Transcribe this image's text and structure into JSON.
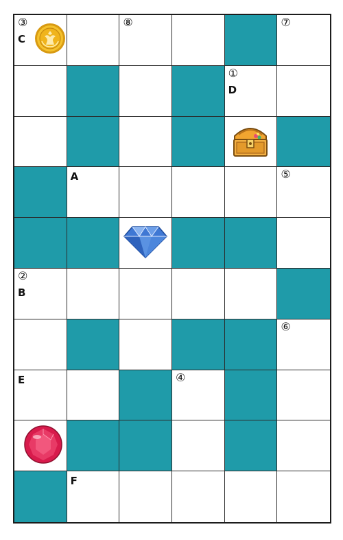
{
  "grid": {
    "rows": 10,
    "cols": 6,
    "blocked": [
      [
        0,
        4
      ],
      [
        1,
        1
      ],
      [
        1,
        3
      ],
      [
        2,
        1
      ],
      [
        2,
        3
      ],
      [
        2,
        5
      ],
      [
        3,
        0
      ],
      [
        4,
        0
      ],
      [
        4,
        1
      ],
      [
        4,
        3
      ],
      [
        4,
        4
      ],
      [
        5,
        5
      ],
      [
        6,
        1
      ],
      [
        6,
        3
      ],
      [
        6,
        4
      ],
      [
        7,
        2
      ],
      [
        7,
        4
      ],
      [
        8,
        1
      ],
      [
        8,
        2
      ],
      [
        8,
        4
      ],
      [
        9,
        0
      ]
    ]
  },
  "colors": {
    "blocked": "#1f9ba9",
    "border": "#1c1c1c"
  },
  "labels": {
    "n3": "③",
    "c": "C",
    "n8": "⑧",
    "n7": "⑦",
    "n1": "①",
    "d": "D",
    "a": "A",
    "n5": "⑤",
    "n2": "②",
    "b": "B",
    "n6": "⑥",
    "e": "E",
    "n4": "④",
    "f": "F"
  },
  "items": {
    "coin": "gold-coin-icon",
    "chest": "treasure-chest-icon",
    "diamond": "blue-diamond-icon",
    "ruby": "red-ruby-icon"
  }
}
